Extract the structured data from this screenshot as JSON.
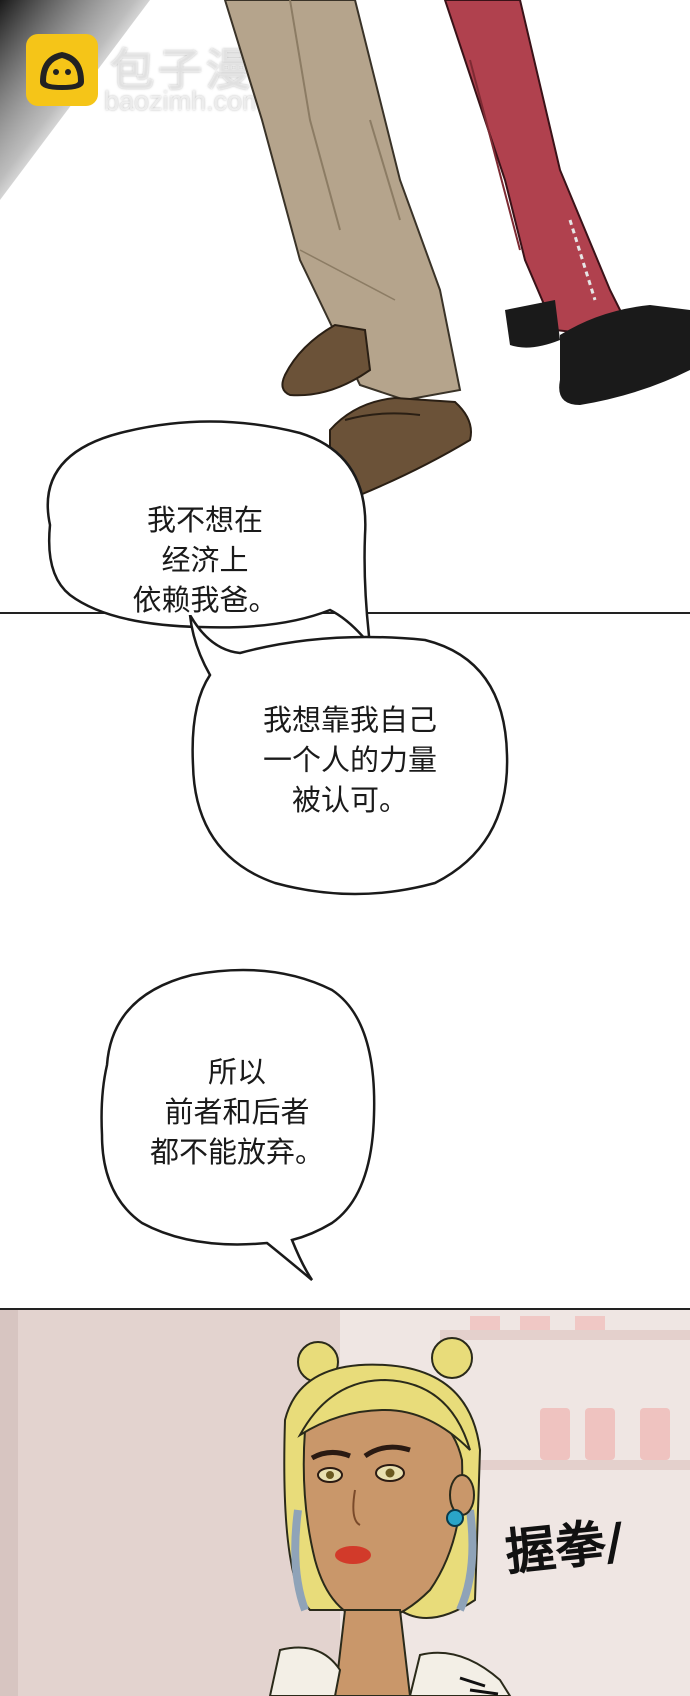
{
  "watermark": {
    "title": "包子漫畫",
    "url": "baozimh.com",
    "logo_icon": "bun-face-icon"
  },
  "bubbles": [
    {
      "lines": [
        "我不想在",
        "经济上",
        "依赖我爸。"
      ]
    },
    {
      "lines": [
        "我想靠我自己",
        "一个人的力量",
        "被认可。"
      ]
    },
    {
      "lines": [
        "所以",
        "前者和后者",
        "都不能放弃。"
      ]
    }
  ],
  "sfx": "握拳/",
  "colors": {
    "background": "#ffffff",
    "beige_pants": "#b5a48c",
    "red_pants": "#b0414e",
    "logo_yellow": "#f5c518",
    "hair": "#e8dc7a",
    "skin": "#c9976a",
    "room": "#e6d9d5"
  }
}
